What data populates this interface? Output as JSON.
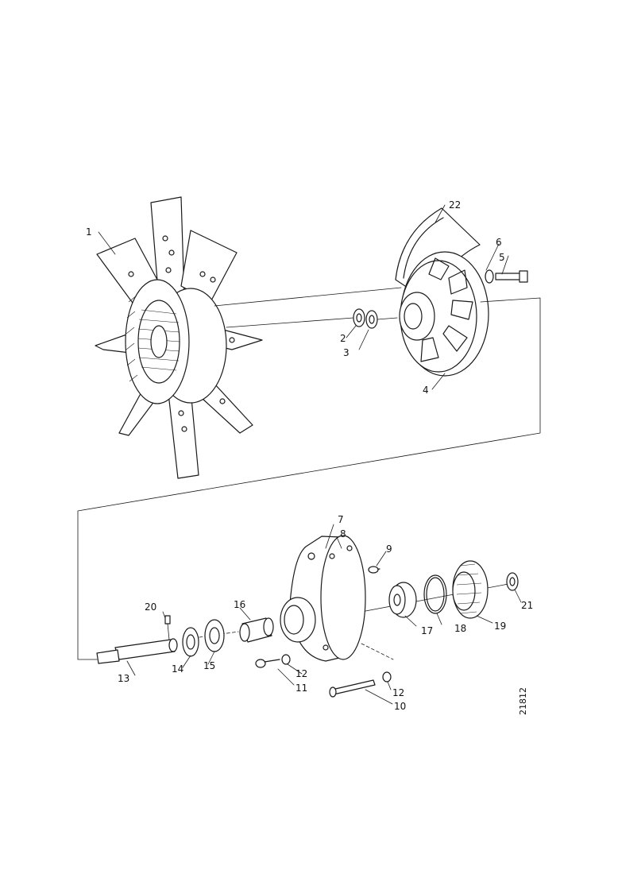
{
  "labels": {
    "p1": "1",
    "p2": "2",
    "p3": "3",
    "p4": "4",
    "p5": "5",
    "p6": "6",
    "p7": "7",
    "p8": "8",
    "p9": "9",
    "p10": "10",
    "p11": "11",
    "p12a": "12",
    "p12b": "12",
    "p13": "13",
    "p14": "14",
    "p15": "15",
    "p16": "16",
    "p17": "17",
    "p18": "18",
    "p19": "19",
    "p20": "20",
    "p21": "21",
    "p22": "22"
  },
  "drawing_number": "21812"
}
